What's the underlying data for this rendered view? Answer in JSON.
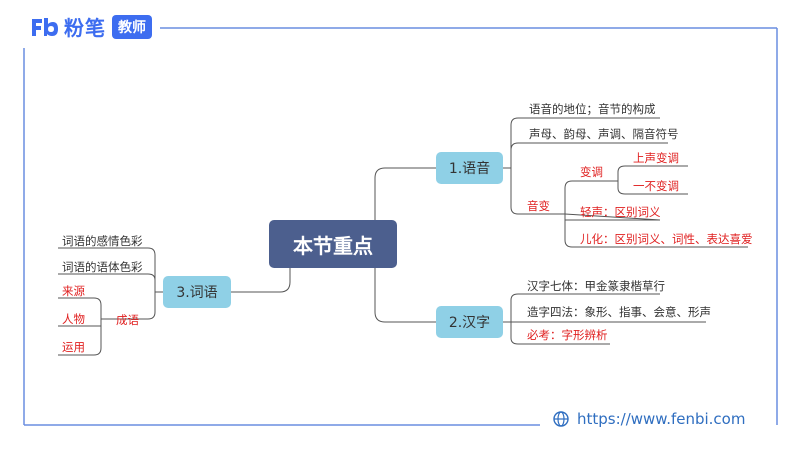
{
  "brand": {
    "name": "粉笔",
    "badge": "教师",
    "logo_icon": "fb-logo-icon"
  },
  "center": {
    "label": "本节重点"
  },
  "branches": {
    "yuyin": {
      "label": "1.语音",
      "items": {
        "a": "语音的地位；音节的构成",
        "b": "声母、韵母、声调、隔音符号",
        "bianyin": {
          "label": "音变",
          "biandiao": {
            "label": "变调",
            "s1": "上声变调",
            "s2": "一不变调"
          },
          "qingsheng": "轻声：区别词义",
          "erhua": "儿化：区别词义、词性、表达喜爱"
        }
      }
    },
    "hanzi": {
      "label": "2.汉字",
      "items": {
        "a": "汉字七体：甲金篆隶楷草行",
        "b": "造字四法：象形、指事、会意、形声",
        "c": "必考：字形辨析"
      }
    },
    "ciyu": {
      "label": "3.词语",
      "items": {
        "a": "词语的感情色彩",
        "b": "词语的语体色彩",
        "chengyu": {
          "label": "成语",
          "s1": "来源",
          "s2": "人物",
          "s3": "运用"
        }
      }
    }
  },
  "footer": {
    "url": "https://www.fenbi.com",
    "icon": "globe-icon"
  },
  "colors": {
    "accent": "#3d6df0",
    "frame": "#6a8de0",
    "center_fill": "#4c5f8e",
    "branch_fill": "#8fd0e6",
    "connector": "#555555",
    "highlight_text": "#e02020"
  }
}
